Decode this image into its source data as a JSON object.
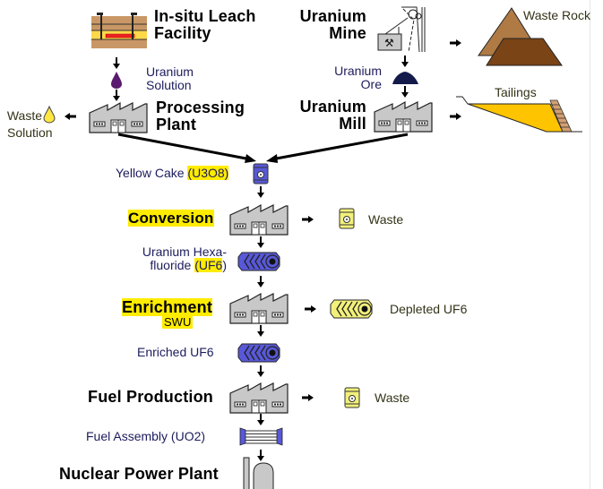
{
  "diagram": {
    "title": "Nuclear Fuel Cycle",
    "colors": {
      "highlight": "#ffec00",
      "flow_arrow": "#000000",
      "uranium_purple": "#5a1a6e",
      "ore_navy": "#141a4a",
      "cylinder_blue": "#5858d8",
      "cylinder_yellow": "#f2f07a",
      "factory_gray": "#c8c8c8",
      "rock_light": "#b07a45",
      "rock_dark": "#7a4416",
      "tailings_yellow": "#ffc400",
      "label_blue": "#1c1c5e"
    },
    "nodes": {
      "insitu": {
        "label_line1": "In-situ Leach",
        "label_line2": "Facility",
        "icon": "insitu-leach-icon"
      },
      "mine": {
        "label_line1": "Uranium",
        "label_line2": "Mine",
        "icon": "mine-headframe-icon"
      },
      "processing": {
        "label_line1": "Processing",
        "label_line2": "Plant",
        "icon": "factory-icon"
      },
      "mill": {
        "label_line1": "Uranium",
        "label_line2": "Mill",
        "icon": "factory-icon"
      },
      "conversion": {
        "label": "Conversion",
        "icon": "factory-icon",
        "highlighted": true
      },
      "enrichment": {
        "label": "Enrichment",
        "sublabel": "SWU",
        "icon": "factory-icon",
        "highlighted": true
      },
      "fuel_production": {
        "label": "Fuel Production",
        "icon": "factory-icon"
      },
      "power_plant": {
        "label": "Nuclear Power Plant",
        "icon": "reactor-icon"
      }
    },
    "materials": {
      "uranium_solution": {
        "line1": "Uranium",
        "line2": "Solution",
        "icon": "droplet-icon"
      },
      "uranium_ore": {
        "line1": "Uranium",
        "line2": "Ore",
        "icon": "ore-pile-icon"
      },
      "yellow_cake": {
        "label": "Yellow Cake ",
        "formula": "(U3O8)",
        "icon": "drum-icon"
      },
      "uf6": {
        "line1": "Uranium Hexa-",
        "line2_prefix": "fluoride ",
        "formula": "(UF6",
        "suffix": ")",
        "icon": "cylinder-icon"
      },
      "enriched_uf6": {
        "label": "Enriched UF6",
        "icon": "cylinder-icon"
      },
      "fuel_assembly": {
        "label": "Fuel Assembly (UO2)",
        "icon": "fuel-assembly-icon"
      }
    },
    "wastes": {
      "waste_rock": {
        "label": "Waste Rock"
      },
      "tailings": {
        "label": "Tailings"
      },
      "waste_solution": {
        "line1": "Waste",
        "line2": "Solution"
      },
      "conversion_waste": {
        "label": "Waste"
      },
      "depleted_uf6": {
        "label": "Depleted UF6"
      },
      "fuel_waste": {
        "label": "Waste"
      }
    }
  }
}
